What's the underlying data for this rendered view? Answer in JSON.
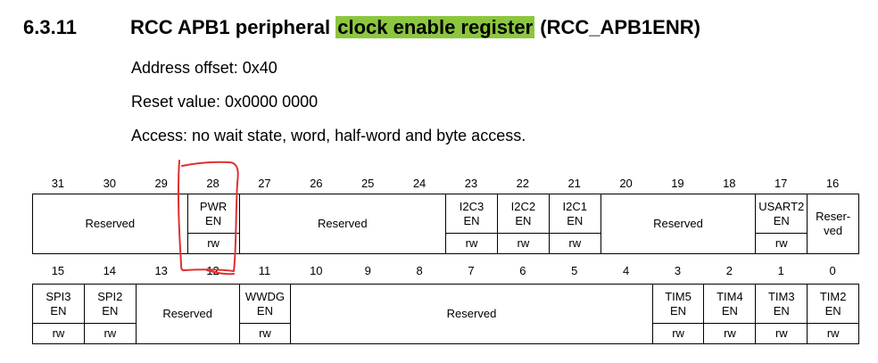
{
  "heading": {
    "number": "6.3.11",
    "title_pre": "RCC APB1 peripheral ",
    "title_highlight": "clock enable register",
    "title_post": " (RCC_APB1ENR)"
  },
  "address_offset": "Address offset: 0x40",
  "reset_value": "Reset value: 0x0000 0000",
  "access": "Access: no wait state, word, half-word and byte access.",
  "high_bits": [
    "31",
    "30",
    "29",
    "28",
    "27",
    "26",
    "25",
    "24",
    "23",
    "22",
    "21",
    "20",
    "19",
    "18",
    "17",
    "16"
  ],
  "low_bits": [
    "15",
    "14",
    "13",
    "12",
    "11",
    "10",
    "9",
    "8",
    "7",
    "6",
    "5",
    "4",
    "3",
    "2",
    "1",
    "0"
  ],
  "high_fields": {
    "reserved_a": "Reserved",
    "pwren": {
      "l1": "PWR",
      "l2": "EN",
      "acc": "rw"
    },
    "reserved_b": "Reserved",
    "i2c3en": {
      "l1": "I2C3",
      "l2": "EN",
      "acc": "rw"
    },
    "i2c2en": {
      "l1": "I2C2",
      "l2": "EN",
      "acc": "rw"
    },
    "i2c1en": {
      "l1": "I2C1",
      "l2": "EN",
      "acc": "rw"
    },
    "reserved_c": "Reserved",
    "usart2en": {
      "l1": "USART2",
      "l2": "EN",
      "acc": "rw"
    },
    "reserved_d": {
      "l1": "Reser-",
      "l2": "ved"
    }
  },
  "low_fields": {
    "spi3en": {
      "l1": "SPI3",
      "l2": "EN",
      "acc": "rw"
    },
    "spi2en": {
      "l1": "SPI2",
      "l2": "EN",
      "acc": "rw"
    },
    "reserved_e": "Reserved",
    "wwdgen": {
      "l1": "WWDG",
      "l2": "EN",
      "acc": "rw"
    },
    "reserved_f": "Reserved",
    "tim5en": {
      "l1": "TIM5",
      "l2": "EN",
      "acc": "rw"
    },
    "tim4en": {
      "l1": "TIM4",
      "l2": "EN",
      "acc": "rw"
    },
    "tim3en": {
      "l1": "TIM3",
      "l2": "EN",
      "acc": "rw"
    },
    "tim2en": {
      "l1": "TIM2",
      "l2": "EN",
      "acc": "rw"
    }
  },
  "annotation_color": "#e03030"
}
